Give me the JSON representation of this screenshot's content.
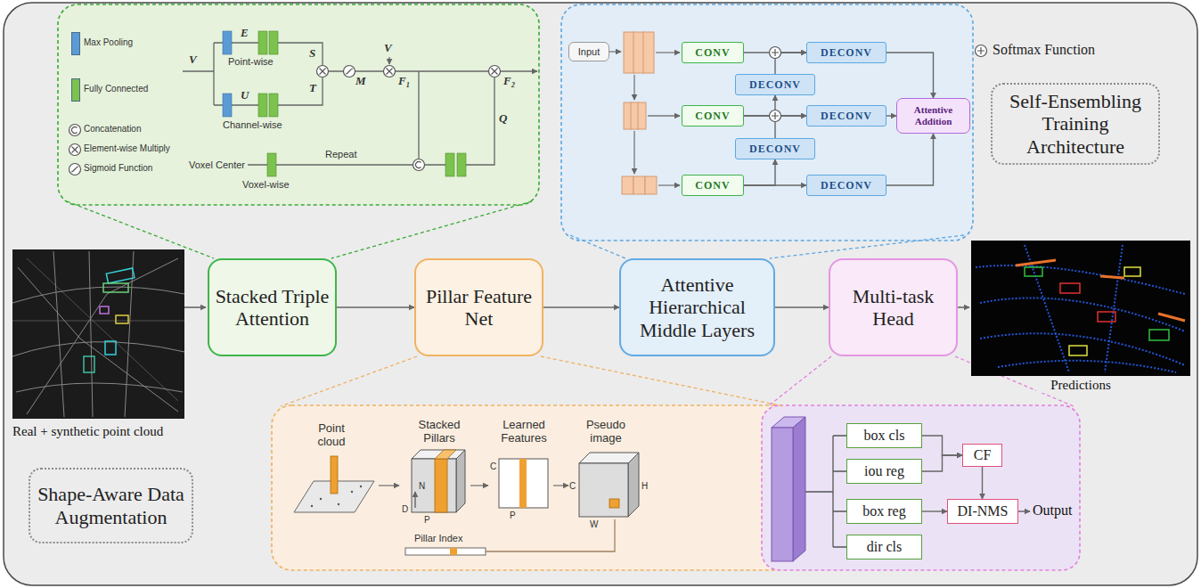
{
  "diagram": {
    "nodes": [
      {
        "text": [
          "Input"
        ]
      },
      {
        "text": [
          "CONV"
        ]
      },
      {
        "text": [
          "DECONV"
        ]
      },
      {
        "text": [
          "DECONV"
        ]
      },
      {
        "text": [
          "CONV"
        ]
      },
      {
        "text": [
          "DECONV"
        ]
      },
      {
        "text": [
          "Attentive Addition"
        ]
      },
      {
        "text": [
          "DECONV"
        ]
      },
      {
        "text": [
          "CONV"
        ]
      },
      {
        "text": [
          "DECONV"
        ]
      },
      {
        "text": [
          "Self-Ensembling Training Architecture"
        ]
      },
      {
        "text": [
          "Stacked Triple Attention"
        ]
      },
      {
        "text": [
          "Pillar Feature Net"
        ]
      },
      {
        "text": [
          "Attentive Hierarchical Middle Layers"
        ]
      },
      {
        "text": [
          "Multi-task Head"
        ]
      },
      {
        "text": [
          "Shape-Aware Data Augmentation"
        ]
      },
      {
        "text": [
          "box cls"
        ]
      },
      {
        "text": [
          "iou reg"
        ]
      },
      {
        "text": [
          "CF"
        ]
      },
      {
        "text": [
          "box reg"
        ]
      },
      {
        "text": [
          "DI-NMS"
        ]
      },
      {
        "text": [
          "dir cls"
        ]
      }
    ],
    "edges": [
      {
        "from": 1,
        "to": 2,
        "arrow": "to"
      },
      {
        "from": 3,
        "to": 2,
        "arrow": "to"
      },
      {
        "from": 4,
        "to": 5,
        "arrow": "to"
      },
      {
        "from": 4,
        "to": 3,
        "arrow": "to"
      },
      {
        "from": 7,
        "to": 5,
        "arrow": "to"
      },
      {
        "from": 8,
        "to": 9,
        "arrow": "to"
      },
      {
        "from": 8,
        "to": 7,
        "arrow": "to"
      },
      {
        "from": 2,
        "to": 6,
        "arrow": "to"
      },
      {
        "from": 5,
        "to": 6,
        "arrow": "to"
      },
      {
        "from": 9,
        "to": 6,
        "arrow": "to"
      },
      {
        "from": 11,
        "to": 12,
        "arrow": "to"
      },
      {
        "from": 12,
        "to": 13,
        "arrow": "to"
      },
      {
        "from": 13,
        "to": 14,
        "arrow": "to"
      },
      {
        "from": 16,
        "to": 18,
        "arrow": "to"
      },
      {
        "from": 17,
        "to": 18,
        "arrow": "to"
      },
      {
        "from": 18,
        "to": 20,
        "arrow": "to"
      },
      {
        "from": 19,
        "to": 20,
        "arrow": "to"
      }
    ],
    "labels": [
      "V",
      "E",
      "Point-wise",
      "U",
      "Channel-wise",
      "S",
      "T",
      "M",
      "V",
      "F₁",
      "F₂",
      "Q",
      "Voxel Center",
      "Repeat",
      "Voxel-wise",
      "Real + synthetic point cloud",
      "Predictions",
      "Point cloud",
      "Stacked Pillars",
      "Learned Features",
      "Pseudo image",
      "D",
      "P",
      "N",
      "C",
      "P",
      "C",
      "H",
      "W",
      "Pillar Index",
      "Output"
    ],
    "legend": [
      {
        "text": "Max Pooling",
        "color": "#5b9bd5"
      },
      {
        "text": "Fully Connected",
        "color": "#7cc24e"
      },
      {
        "text": "Concatenation"
      },
      {
        "text": "Element-wise Multiply"
      },
      {
        "text": "Sigmoid Function"
      },
      {
        "text": "Softmax Function"
      }
    ]
  }
}
